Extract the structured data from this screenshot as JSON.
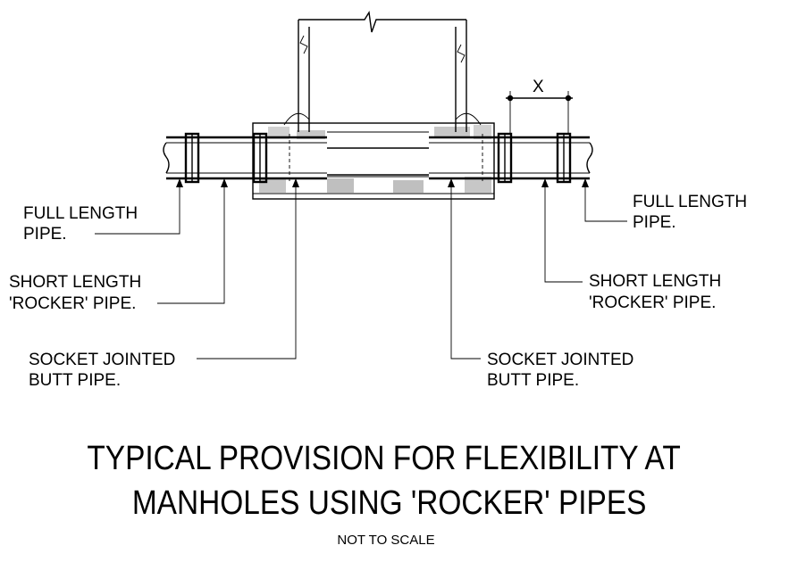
{
  "labels": {
    "full_left_1": "FULL LENGTH",
    "full_left_2": "PIPE.",
    "rocker_left_1": "SHORT LENGTH",
    "rocker_left_2": "'ROCKER' PIPE.",
    "butt_left_1": "SOCKET JOINTED",
    "butt_left_2": "BUTT PIPE.",
    "full_right_1": "FULL LENGTH",
    "full_right_2": "PIPE.",
    "rocker_right_1": "SHORT LENGTH",
    "rocker_right_2": "'ROCKER' PIPE.",
    "butt_right_1": "SOCKET JOINTED",
    "butt_right_2": "BUTT PIPE.",
    "dimension_x": "X"
  },
  "title": {
    "line1": "TYPICAL PROVISION FOR FLEXIBILITY AT",
    "line2": "MANHOLES USING 'ROCKER' PIPES",
    "scale_note": "NOT TO SCALE"
  }
}
